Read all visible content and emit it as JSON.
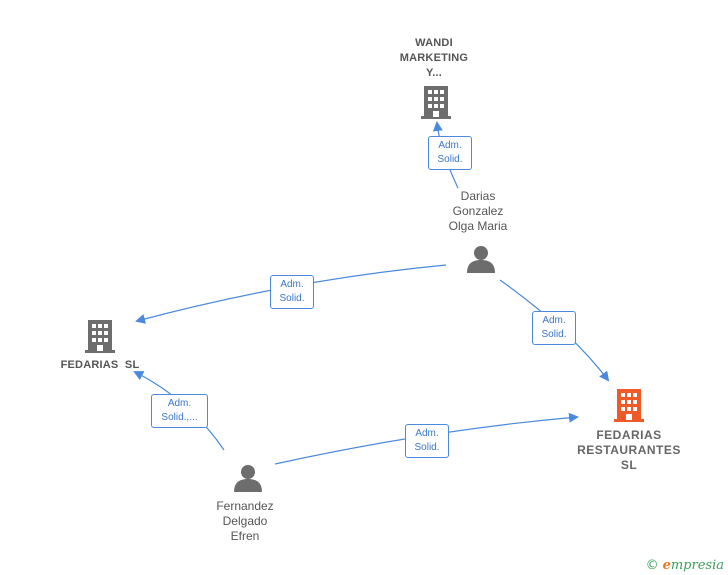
{
  "nodes": {
    "wandi": {
      "lines": [
        "WANDI",
        "MARKETING",
        "Y..."
      ]
    },
    "darias": {
      "lines": [
        "Darias",
        "Gonzalez",
        "Olga Maria"
      ]
    },
    "fedarias": {
      "lines": [
        "FEDARIAS  SL"
      ]
    },
    "fernandez": {
      "lines": [
        "Fernandez",
        "Delgado",
        "Efren"
      ]
    },
    "fedarias_restaurantes": {
      "lines": [
        "FEDARIAS",
        "RESTAURANTES",
        "SL"
      ]
    }
  },
  "edges": {
    "darias_wandi": {
      "lines": [
        "Adm.",
        "Solid."
      ]
    },
    "darias_fedarias": {
      "lines": [
        "Adm.",
        "Solid."
      ]
    },
    "darias_restaurantes": {
      "lines": [
        "Adm.",
        "Solid."
      ]
    },
    "fernandez_fedarias": {
      "lines": [
        "Adm.",
        "Solid.,..."
      ]
    },
    "fernandez_restaurantes": {
      "lines": [
        "Adm.",
        "Solid."
      ]
    }
  },
  "colors": {
    "edge": "#4a89dc",
    "company_icon": "#6d6d6d",
    "target_icon": "#f05a28",
    "person_icon": "#6d6d6d"
  },
  "icons": {
    "company": "building-icon",
    "person": "person-icon"
  },
  "credit": {
    "copyright": "©",
    "brand_initial": "e",
    "brand_rest": "mpresia"
  }
}
